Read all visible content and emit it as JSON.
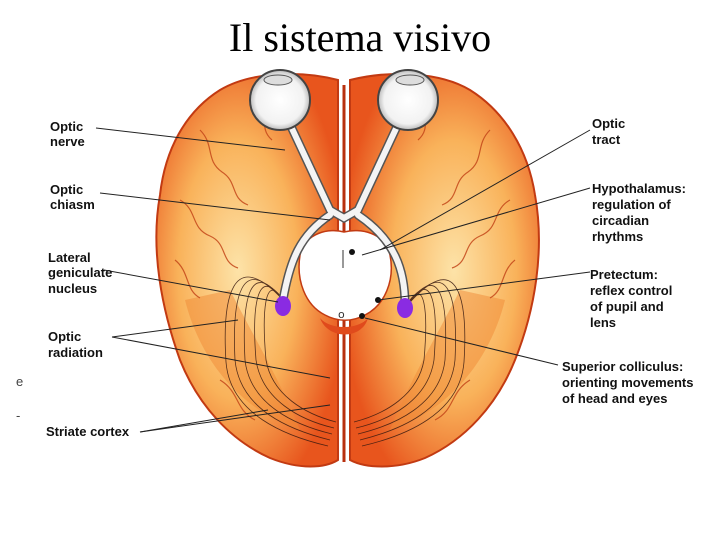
{
  "title": "Il sistema visivo",
  "labels_left": [
    {
      "id": "optic-nerve",
      "lines": [
        "Optic",
        "nerve"
      ]
    },
    {
      "id": "optic-chiasm",
      "lines": [
        "Optic",
        "chiasm"
      ]
    },
    {
      "id": "lateral-geniculate",
      "lines": [
        "Lateral",
        "geniculate",
        "nucleus"
      ]
    },
    {
      "id": "optic-radiation",
      "lines": [
        "Optic",
        "radiation"
      ]
    },
    {
      "id": "striate-cortex",
      "lines": [
        "Striate cortex"
      ]
    }
  ],
  "labels_right": [
    {
      "id": "optic-tract",
      "lines": [
        "Optic",
        "tract"
      ]
    },
    {
      "id": "hypothalamus",
      "lines": [
        "Hypothalamus:",
        "regulation of",
        "circadian",
        "rhythms"
      ]
    },
    {
      "id": "pretectum",
      "lines": [
        "Pretectum:",
        "reflex control",
        "of pupil and",
        "lens"
      ]
    },
    {
      "id": "superior-colliculus",
      "lines": [
        "Superior colliculus:",
        "orienting movements",
        "of head and eyes"
      ]
    }
  ],
  "margin_marks": [
    "e",
    "-"
  ],
  "colors": {
    "brain_orange": "#f07a2a",
    "brain_light": "#fbd08a",
    "brain_dark": "#d4441a",
    "nucleus_purple": "#8a2be2"
  }
}
